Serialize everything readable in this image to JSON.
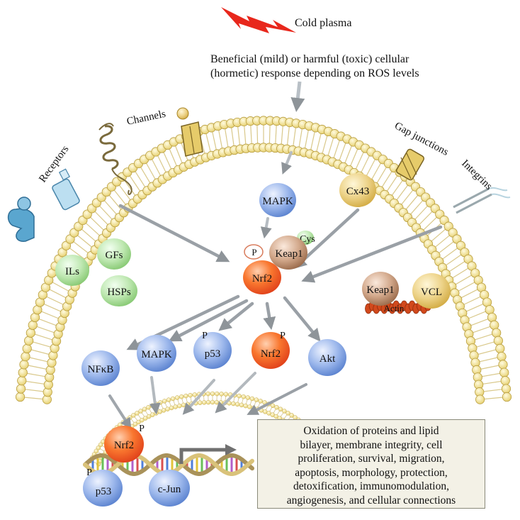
{
  "header": {
    "stimulus": "Cold plasma",
    "response_line1": "Beneficial (mild) or harmful (toxic) cellular",
    "response_line2": "(hormetic) response depending on ROS levels"
  },
  "membrane_labels": {
    "receptors": "Receptors",
    "channels": "Channels",
    "gap_junctions": "Gap junctions",
    "integrins": "Integrins"
  },
  "nodes": {
    "mapk_top": "MAPK",
    "cx43": "Cx43",
    "p_phospho": "P",
    "keap1": "Keap1",
    "cys": "Cys",
    "nrf2_center": "Nrf2",
    "ils": "ILs",
    "gfs": "GFs",
    "hsps": "HSPs",
    "keap1_right": "Keap1",
    "vcl": "VCL",
    "actin": "Actin",
    "nfkb": "NFκB",
    "mapk_mid": "MAPK",
    "p53_mid": "p53",
    "p53_mid_p": "P",
    "nrf2_mid": "Nrf2",
    "nrf2_mid_p": "P",
    "akt": "Akt",
    "nrf2_dna": "Nrf2",
    "nrf2_dna_p": "P",
    "p53_dna": "p53",
    "p53_dna_p": "P",
    "cjun": "c-Jun"
  },
  "outcomes": {
    "lines": [
      "Oxidation of proteins and lipid",
      "bilayer, membrane integrity, cell",
      "proliferation, survival, migration,",
      "apoptosis, morphology, protection,",
      "detoxification, immunomodulation,",
      "angiogenesis, and cellular connections"
    ]
  },
  "colors": {
    "blue_node": "#6f95d8",
    "orange_node": "#f0511f",
    "green_node": "#9bd58a",
    "yellow_node": "#e2c15c",
    "brown_node": "#a97a5c",
    "membrane_head": "#f1df8a",
    "arrow": "#8e9499",
    "lightning": "#e8271c"
  }
}
